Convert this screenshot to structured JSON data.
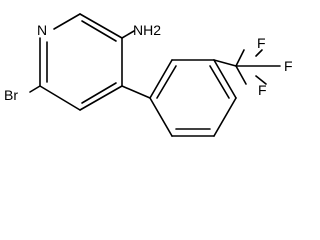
{
  "structure": {
    "atoms": {
      "n_ring": "N",
      "amine": "NH2",
      "bromo": "Br",
      "f_top": "F",
      "f_right": "F",
      "f_bottom": "F"
    }
  }
}
